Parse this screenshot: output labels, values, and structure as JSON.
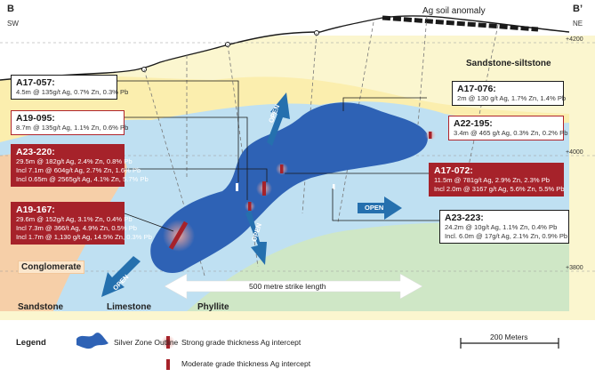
{
  "section": {
    "left_label": "B",
    "right_label": "B’",
    "left_dir": "SW",
    "right_dir": "NE",
    "anomaly": "Ag soil anomaly"
  },
  "elevations": [
    "+4200",
    "+4000",
    "+3800"
  ],
  "rocks": {
    "sandstone_siltstone": "Sandstone-siltstone",
    "conglomerate": "Conglomerate",
    "sandstone": "Sandstone",
    "limestone": "Limestone",
    "phyllite": "Phyllite"
  },
  "open_label": "OPEN",
  "strike": "500 metre strike length",
  "holes": [
    {
      "id": "A17-057:",
      "lines": [
        "4.5m @ 135g/t Ag, 0.7% Zn, 0.3% Pb"
      ]
    },
    {
      "id": "A19-095:",
      "lines": [
        "8.7m @ 135g/t Ag, 1.1% Zn, 0.6% Pb"
      ]
    },
    {
      "id": "A23-220:",
      "lines": [
        "29.5m @ 182g/t Ag, 2.4% Zn, 0.8% Pb",
        "Incl 7.1m @ 604g/t Ag, 2.7% Zn, 1.6% Pb",
        "Incl 0.65m @ 2565g/t Ag, 4.1% Zn, 5.7% Pb"
      ]
    },
    {
      "id": "A19-167:",
      "lines": [
        "29.6m @ 152g/t Ag, 3.1% Zn, 0.4% Pb",
        "Incl 7.3m @ 366/t Ag, 4.9% Zn, 0.5% Pb",
        "Incl 1.7m @ 1,130 g/t Ag, 14.5% Zn, 0.3% Pb"
      ]
    },
    {
      "id": "A17-076:",
      "lines": [
        "2m @ 130 g/t Ag, 1.7% Zn, 1.4% Pb"
      ]
    },
    {
      "id": "A22-195:",
      "lines": [
        "3.4m @ 465 g/t Ag, 0.3% Zn, 0.2% Pb"
      ]
    },
    {
      "id": "A17-072:",
      "lines": [
        "11.5m @ 781g/t Ag, 2.9% Zn, 2.3% Pb",
        "Incl 2.0m @ 3167 g/t Ag, 5.6% Zn, 5.5% Pb"
      ]
    },
    {
      "id": "A23-223:",
      "lines": [
        "24.2m @ 10g/t Ag, 1.1% Zn, 0.4% Pb",
        "Incl. 6.0m @ 17g/t Ag, 2.1% Zn, 0.9% Pb"
      ]
    }
  ],
  "legend": {
    "title": "Legend",
    "silver_zone": "Silver Zone Outline",
    "strong": "Strong grade thickness Ag intercept",
    "moderate": "Moderate grade thickness Ag intercept",
    "scale": "200 Meters"
  },
  "colors": {
    "silver_zone": "#2e62b5",
    "lightblue": "#bfe0f2",
    "yellow": "#fbeeae",
    "peach": "#f6cfa8",
    "green": "#cfe7c6",
    "red": "#a6222a",
    "open_arrow": "#2570ae"
  }
}
